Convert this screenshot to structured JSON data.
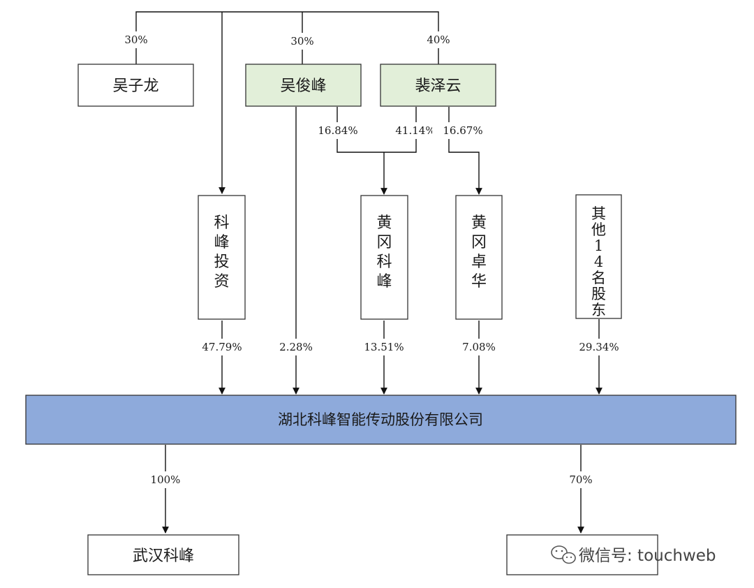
{
  "colors": {
    "line": "#111111",
    "box_border": "#333333",
    "highlight_fill": "#e2efd9",
    "company_fill": "#8eaadb"
  },
  "shareholders_top": {
    "wu_zilong": "吴子龙",
    "wu_junfeng": "吴俊峰",
    "pei_zeyun": "裴泽云"
  },
  "top_pcts": {
    "wu_zilong": "30%",
    "wu_junfeng": "30%",
    "pei_zeyun": "40%"
  },
  "mid_pcts": {
    "wu_junfeng_to_hgkf": "16.84%",
    "pei_zeyun_to_hgkf": "41.14%",
    "pei_zeyun_to_hgzh": "16.67%"
  },
  "holders_mid": {
    "kefeng_touzi": "科峰投资",
    "huanggang_kefeng": "黄冈科峰",
    "huanggang_zhuohua": "黄冈卓华",
    "other_14": "其他14名股东"
  },
  "company_pcts": {
    "kefeng_touzi": "47.79%",
    "wu_junfeng": "2.28%",
    "huanggang_kefeng": "13.51%",
    "huanggang_zhuohua": "7.08%",
    "other_14": "29.34%"
  },
  "company": "湖北科峰智能传动股份有限公司",
  "sub_pcts": {
    "wuhan_kefeng": "100%",
    "second": "70%"
  },
  "subsidiaries": {
    "wuhan_kefeng": "武汉科峰"
  },
  "watermark": {
    "text": "微信号: touchweb",
    "icon": "wechat-icon"
  }
}
